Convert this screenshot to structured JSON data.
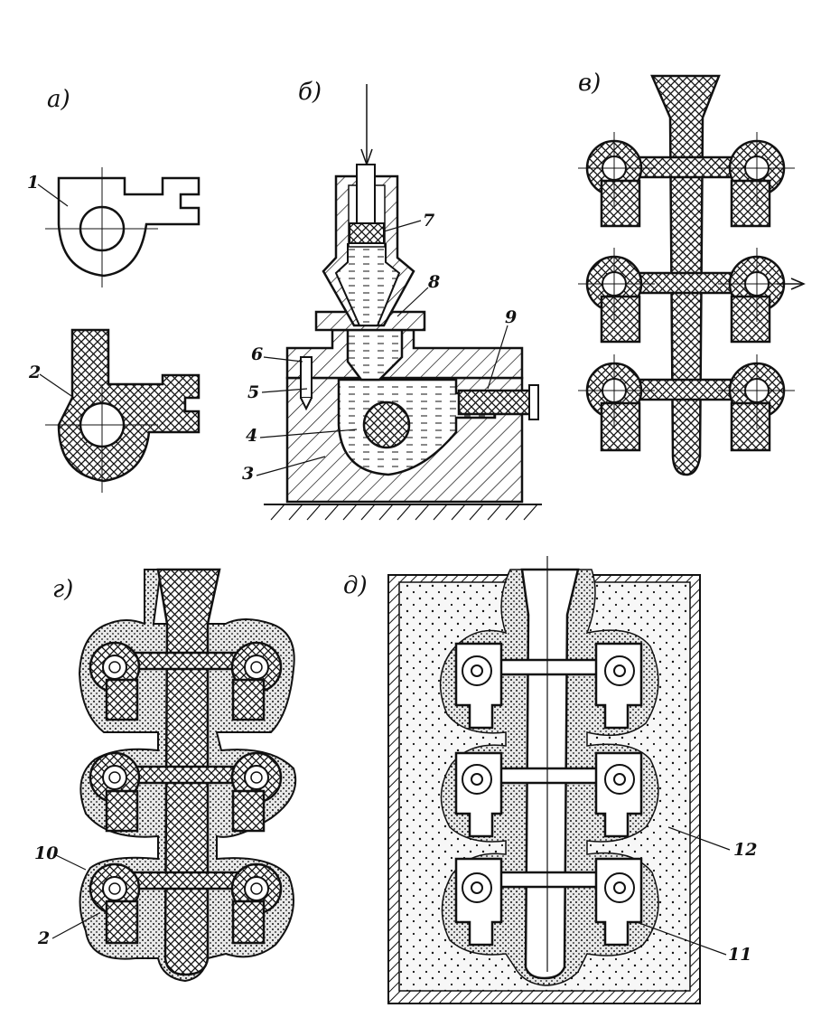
{
  "panels": {
    "a": {
      "label": "а)"
    },
    "b": {
      "label": "б)"
    },
    "v": {
      "label": "в)"
    },
    "g": {
      "label": "г)"
    },
    "d": {
      "label": "д)"
    }
  },
  "callouts": {
    "n1": "1",
    "n2a": "2",
    "n3": "3",
    "n4": "4",
    "n5": "5",
    "n6": "6",
    "n7": "7",
    "n8": "8",
    "n9": "9",
    "n10": "10",
    "n2g": "2",
    "n11": "11",
    "n12": "12"
  },
  "colors": {
    "ink": "#111111",
    "paper": "#ffffff",
    "coating": "#dcdcdc",
    "sand": "#efefef"
  }
}
